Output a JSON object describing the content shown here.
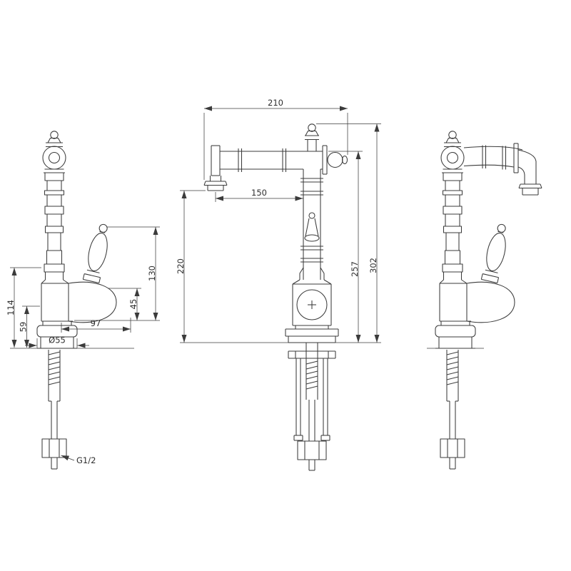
{
  "drawing": {
    "background": "#ffffff",
    "line_color": "#3b3b3b",
    "views": {
      "left_side": {
        "dims": {
          "height_114": "114",
          "height_59": "59",
          "height_130": "130",
          "height_45": "45",
          "width_97": "97",
          "base_diameter": "Ø55",
          "thread_size": "G1/2"
        }
      },
      "front": {
        "dims": {
          "spout_reach_210": "210",
          "spout_reach_150": "150",
          "height_220": "220",
          "height_257": "257",
          "height_302": "302"
        }
      }
    }
  }
}
